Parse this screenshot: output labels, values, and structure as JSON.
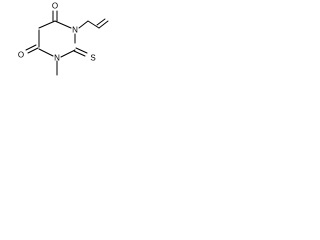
{
  "molecule": {
    "atoms": {
      "o_top": "O",
      "o_bottom": "O",
      "n_right": "N",
      "n_left": "N",
      "s": "S"
    },
    "colors": {
      "bond": "#000000",
      "label": "#000000",
      "background": "#ffffff"
    }
  }
}
